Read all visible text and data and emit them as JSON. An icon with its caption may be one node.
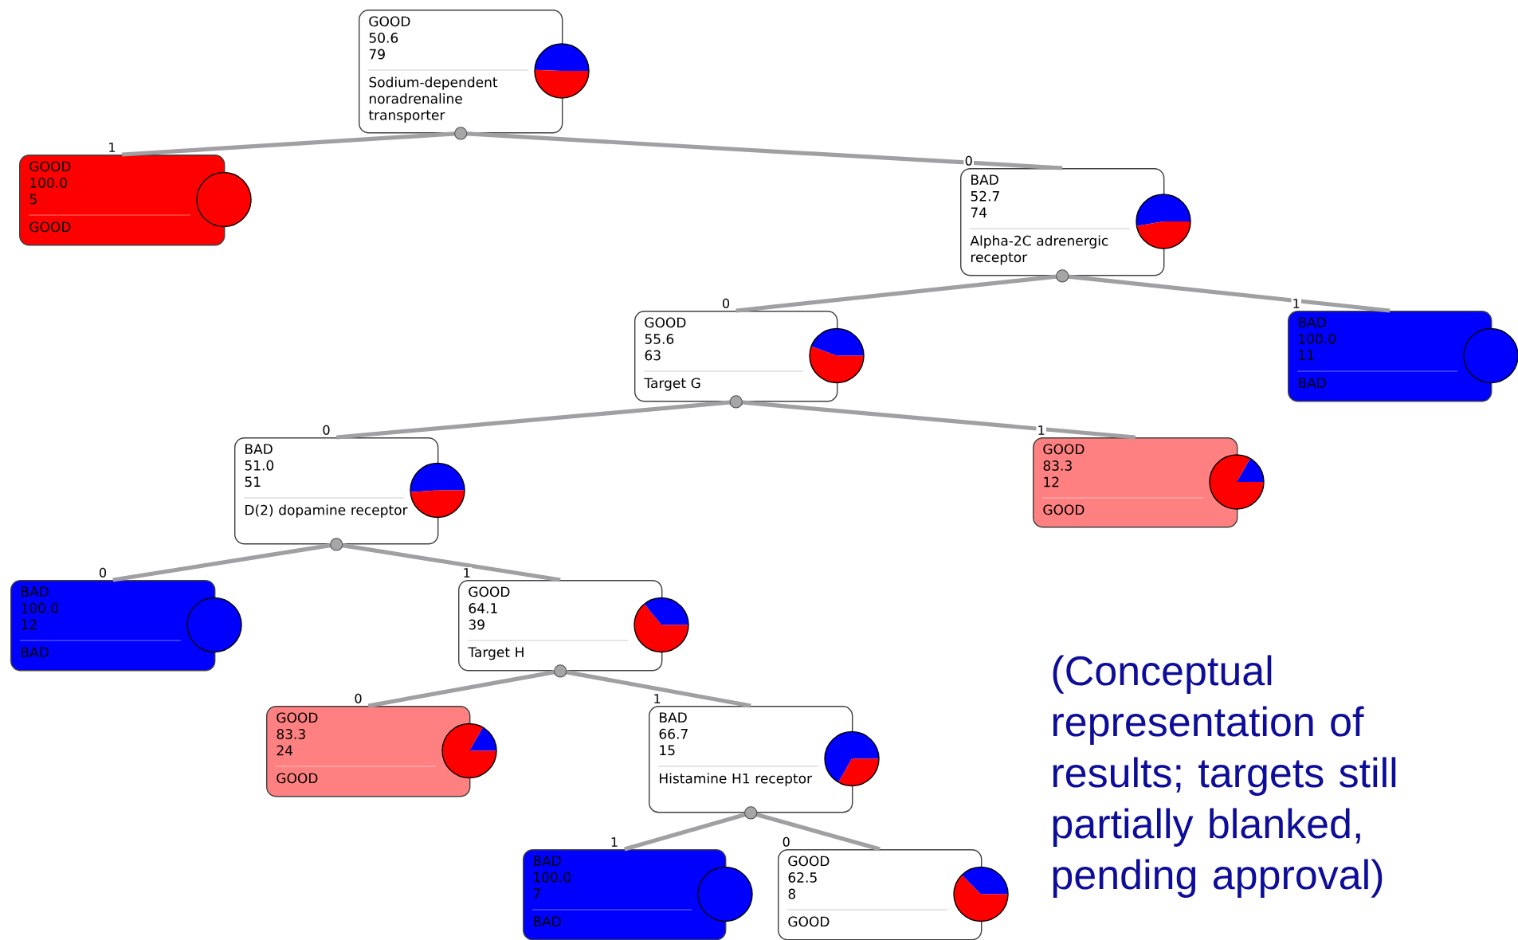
{
  "diagram": {
    "caption": "(Conceptual representation of results; targets still partially blanked, pending approval)",
    "nodes": [
      {
        "text": [
          "GOOD",
          "50.6",
          "79",
          "Sodium-dependent noradrenaline transporter"
        ]
      },
      {
        "text": [
          "GOOD",
          "100.0",
          "5",
          "GOOD"
        ]
      },
      {
        "text": [
          "BAD",
          "52.7",
          "74",
          "Alpha-2C adrenergic receptor"
        ]
      },
      {
        "text": [
          "GOOD",
          "55.6",
          "63",
          "Target G"
        ]
      },
      {
        "text": [
          "BAD",
          "100.0",
          "11",
          "BAD"
        ]
      },
      {
        "text": [
          "BAD",
          "51.0",
          "51",
          "D(2) dopamine receptor"
        ]
      },
      {
        "text": [
          "GOOD",
          "83.3",
          "12",
          "GOOD"
        ]
      },
      {
        "text": [
          "BAD",
          "100.0",
          "12",
          "BAD"
        ]
      },
      {
        "text": [
          "GOOD",
          "64.1",
          "39",
          "Target H"
        ]
      },
      {
        "text": [
          "GOOD",
          "83.3",
          "24",
          "GOOD"
        ]
      },
      {
        "text": [
          "BAD",
          "66.7",
          "15",
          "Histamine H1 receptor"
        ]
      },
      {
        "text": [
          "BAD",
          "100.0",
          "7",
          "BAD"
        ]
      },
      {
        "text": [
          "GOOD",
          "62.5",
          "8",
          "GOOD"
        ]
      }
    ],
    "edges": [
      {
        "from": 0,
        "to": 1,
        "arrow": "none",
        "label": "1"
      },
      {
        "from": 0,
        "to": 2,
        "arrow": "none",
        "label": "0"
      },
      {
        "from": 2,
        "to": 3,
        "arrow": "none",
        "label": "0"
      },
      {
        "from": 2,
        "to": 4,
        "arrow": "none",
        "label": "1"
      },
      {
        "from": 3,
        "to": 5,
        "arrow": "none",
        "label": "0"
      },
      {
        "from": 3,
        "to": 6,
        "arrow": "none",
        "label": "1"
      },
      {
        "from": 5,
        "to": 7,
        "arrow": "none",
        "label": "0"
      },
      {
        "from": 5,
        "to": 8,
        "arrow": "none",
        "label": "1"
      },
      {
        "from": 8,
        "to": 9,
        "arrow": "none",
        "label": "0"
      },
      {
        "from": 8,
        "to": 10,
        "arrow": "none",
        "label": "1"
      },
      {
        "from": 10,
        "to": 11,
        "arrow": "none",
        "label": "1"
      },
      {
        "from": 10,
        "to": 12,
        "arrow": "none",
        "label": "0"
      }
    ]
  }
}
